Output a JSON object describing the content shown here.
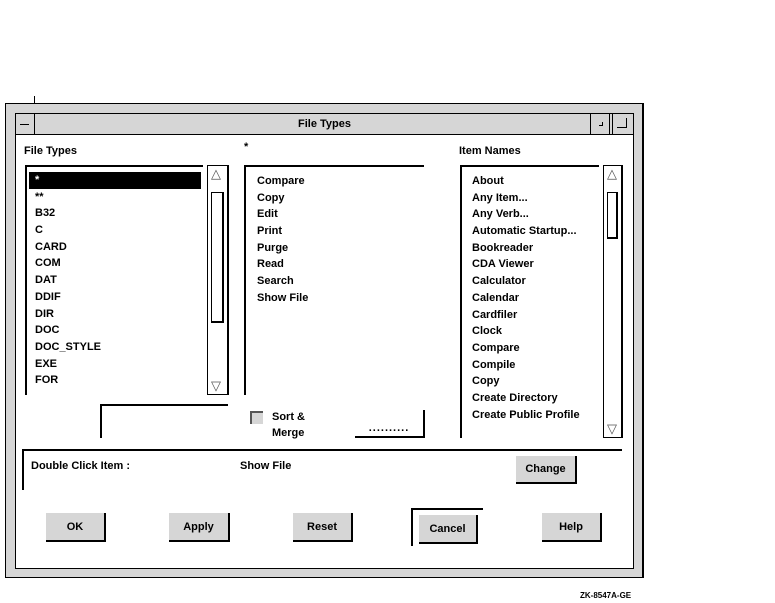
{
  "window": {
    "title": "File Types"
  },
  "file_types": {
    "label": "File Types",
    "items": [
      "*",
      "**",
      "B32",
      "C",
      "CARD",
      "COM",
      "DAT",
      "DDIF",
      "DIR",
      "DOC",
      "DOC_STYLE",
      "EXE",
      "FOR"
    ],
    "selected_index": 0
  },
  "verbs": {
    "label": "*",
    "items": [
      "Compare",
      "Copy",
      "Edit",
      "Print",
      "Purge",
      "Read",
      "Search",
      "Show File"
    ]
  },
  "item_names": {
    "label": "Item Names",
    "items": [
      "About",
      "Any Item...",
      "Any Verb...",
      "Automatic Startup...",
      "Bookreader",
      "CDA Viewer",
      "Calculator",
      "Calendar",
      "Cardfiler",
      "Clock",
      "Compare",
      "Compile",
      "Copy",
      "Create Directory",
      "Create Public Profile"
    ]
  },
  "sort_merge": {
    "label_line1": "Sort &",
    "label_line2": "Merge",
    "checked": false
  },
  "dotted_button": {
    "label": ".........."
  },
  "double_click": {
    "label": "Double Click Item :",
    "value": "Show File",
    "change_label": "Change"
  },
  "buttons": {
    "ok": "OK",
    "apply": "Apply",
    "reset": "Reset",
    "cancel": "Cancel",
    "help": "Help"
  },
  "figure_id": "ZK-8547A-GE"
}
